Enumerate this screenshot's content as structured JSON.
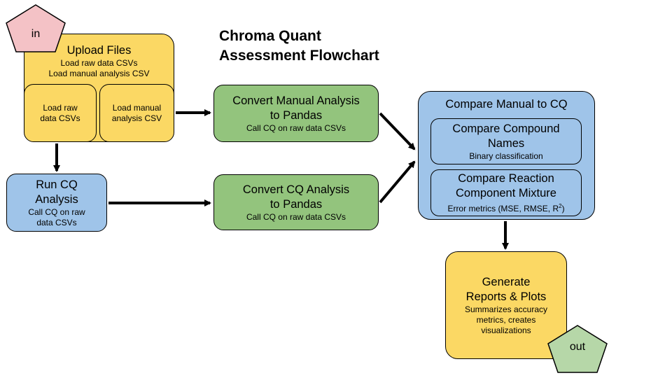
{
  "title": [
    "Chroma Quant",
    "Assessment Flowchart"
  ],
  "colors": {
    "yellow": "#fbd864",
    "green": "#93c47d",
    "blue": "#9fc4e9",
    "in_pentagon": "#f4c2c6",
    "out_pentagon": "#b6d7a8"
  },
  "input_marker": "in",
  "output_marker": "out",
  "upload": {
    "title": "Upload Files",
    "lines": [
      "Load raw data CSVs",
      "Load manual analysis CSV"
    ],
    "sub1": [
      "Load raw",
      "data CSVs"
    ],
    "sub2": [
      "Load manual",
      "analysis CSV"
    ]
  },
  "run_cq": {
    "title": [
      "Run CQ",
      "Analysis"
    ],
    "desc": [
      "Call CQ on raw",
      "data CSVs"
    ]
  },
  "convert_manual": {
    "title": [
      "Convert Manual Analysis",
      "to Pandas"
    ],
    "desc": "Call CQ on raw data CSVs"
  },
  "convert_cq": {
    "title": [
      "Convert CQ Analysis",
      "to Pandas"
    ],
    "desc": "Call CQ on raw data CSVs"
  },
  "compare": {
    "title": "Compare Manual to CQ",
    "names": {
      "title": [
        "Compare Compound",
        "Names"
      ],
      "desc": "Binary classification"
    },
    "mixture": {
      "title": [
        "Compare Reaction",
        "Component Mixture"
      ],
      "desc": "Error metrics (MSE, RMSE, R",
      "desc_sup": "2",
      "desc_end": ")"
    }
  },
  "reports": {
    "title": [
      "Generate",
      "Reports & Plots"
    ],
    "desc": [
      "Summarizes accuracy",
      "metrics, creates",
      "visualizations"
    ]
  }
}
